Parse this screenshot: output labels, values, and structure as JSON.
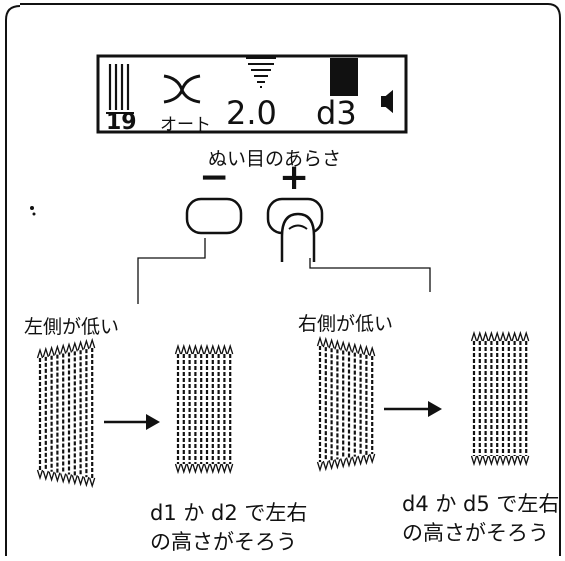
{
  "lcd": {
    "stitch_number": "19",
    "mode_label": "オート",
    "stitch_length": "2.0",
    "fine_adjust": "d3",
    "speaker_symbol": "speaker-icon"
  },
  "control": {
    "title": "ぬい目のあらさ",
    "minus_label": "−",
    "plus_label": "+"
  },
  "left_case": {
    "heading": "左側が低い",
    "result_line1": "d1 か d2 で左右",
    "result_line2": "の高さがそろう"
  },
  "right_case": {
    "heading": "右側が低い",
    "result_line1": "d4 か d5 で左右",
    "result_line2": "の高さがそろう"
  },
  "colors": {
    "ink": "#111111",
    "paper": "#ffffff"
  }
}
